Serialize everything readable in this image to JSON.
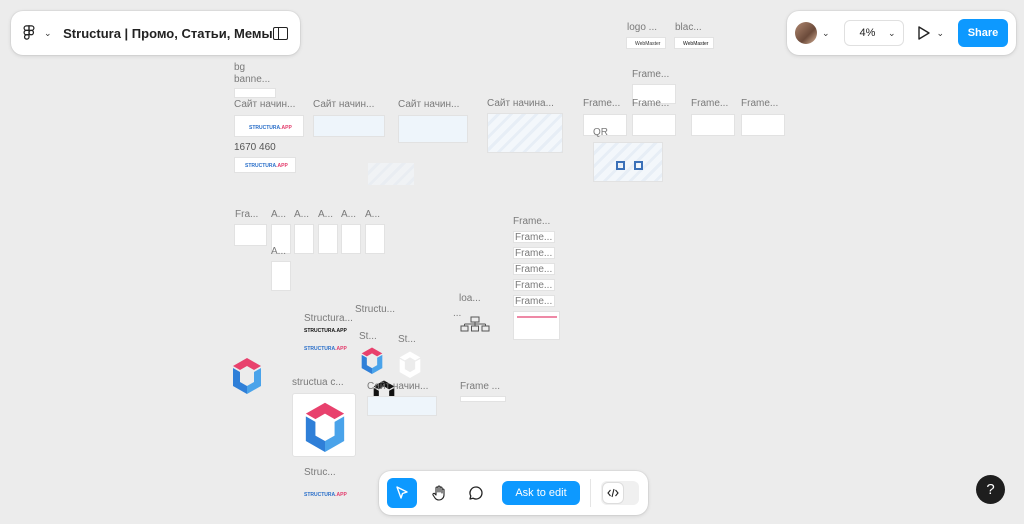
{
  "file": {
    "title": "Structura | Промо, Статьи, Мемы"
  },
  "header": {
    "zoom": "4%",
    "share_label": "Share"
  },
  "toolbar": {
    "ask_label": "Ask to edit"
  },
  "help": {
    "label": "?"
  },
  "canvas": {
    "logo_frame_label": "logo ...",
    "black_frame_label": "blac...",
    "webmaster_text": "WebMaster",
    "bg_label": "bg",
    "banner_label": "banne...",
    "site_label_1": "Сайт начин...",
    "site_label_2": "Сайт начин...",
    "site_label_3": "Сайт начин...",
    "site_label_4": "Сайт начина...",
    "frame_label_top": "Frame...",
    "frame_label_a": "Frame...",
    "frame_label_b": "Frame...",
    "frame_label_c": "Frame...",
    "frame_label_d": "Frame...",
    "qr_label": "QR",
    "size_label": "1670 460",
    "brand_text": "STRUCTURA",
    "brand_suffix": ".APP",
    "fra_label": "Fra...",
    "a_label_1": "A...",
    "a_label_2": "A...",
    "a_label_3": "A...",
    "a_label_4": "A...",
    "a_label_5": "A...",
    "a_label_6": "A...",
    "frame_stack_label": "Frame...",
    "frame_stack_items": [
      "Frame...",
      "Frame...",
      "Frame...",
      "Frame...",
      "Frame..."
    ],
    "structura_label_1": "Structura...",
    "structura_label_2": "Structu...",
    "st_label_1": "St...",
    "st_label_2": "St...",
    "load_label": "loa...",
    "dots_label": "...",
    "structua_label": "structua c...",
    "site_label_5": "Сайт начин...",
    "frame_label_bottom": "Frame ...",
    "struc_label": "Struc..."
  }
}
